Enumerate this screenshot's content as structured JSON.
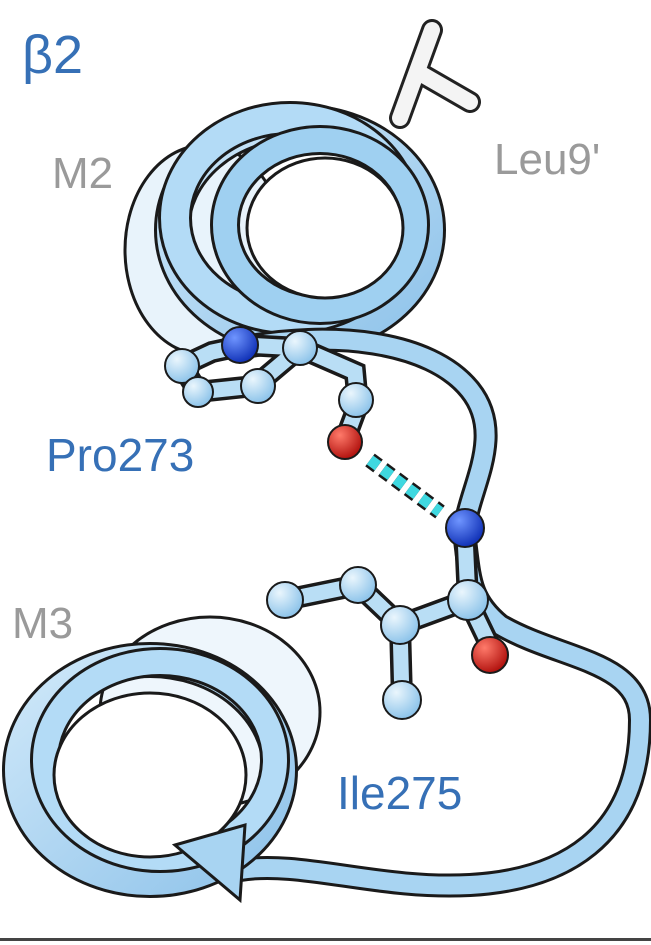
{
  "figure": {
    "chain_label": "β2",
    "helix_labels": {
      "m2": "M2",
      "m3": "M3"
    },
    "residue_labels": {
      "pro": "Pro273",
      "ile": "Ile275",
      "leu": "Leu9'"
    }
  },
  "colors": {
    "ribbon": "#a8d4f2",
    "ribbon_dark": "#7fb7e0",
    "outline": "#1a1a1a",
    "carbon": "#b9def5",
    "nitrogen": "#1f4fd6",
    "oxygen": "#d8261d",
    "hbond": "#3fd8e0",
    "label_blue": "#3670b6",
    "label_gray": "#9a9a9a",
    "leu_sidechain": "#f2f2f2"
  }
}
